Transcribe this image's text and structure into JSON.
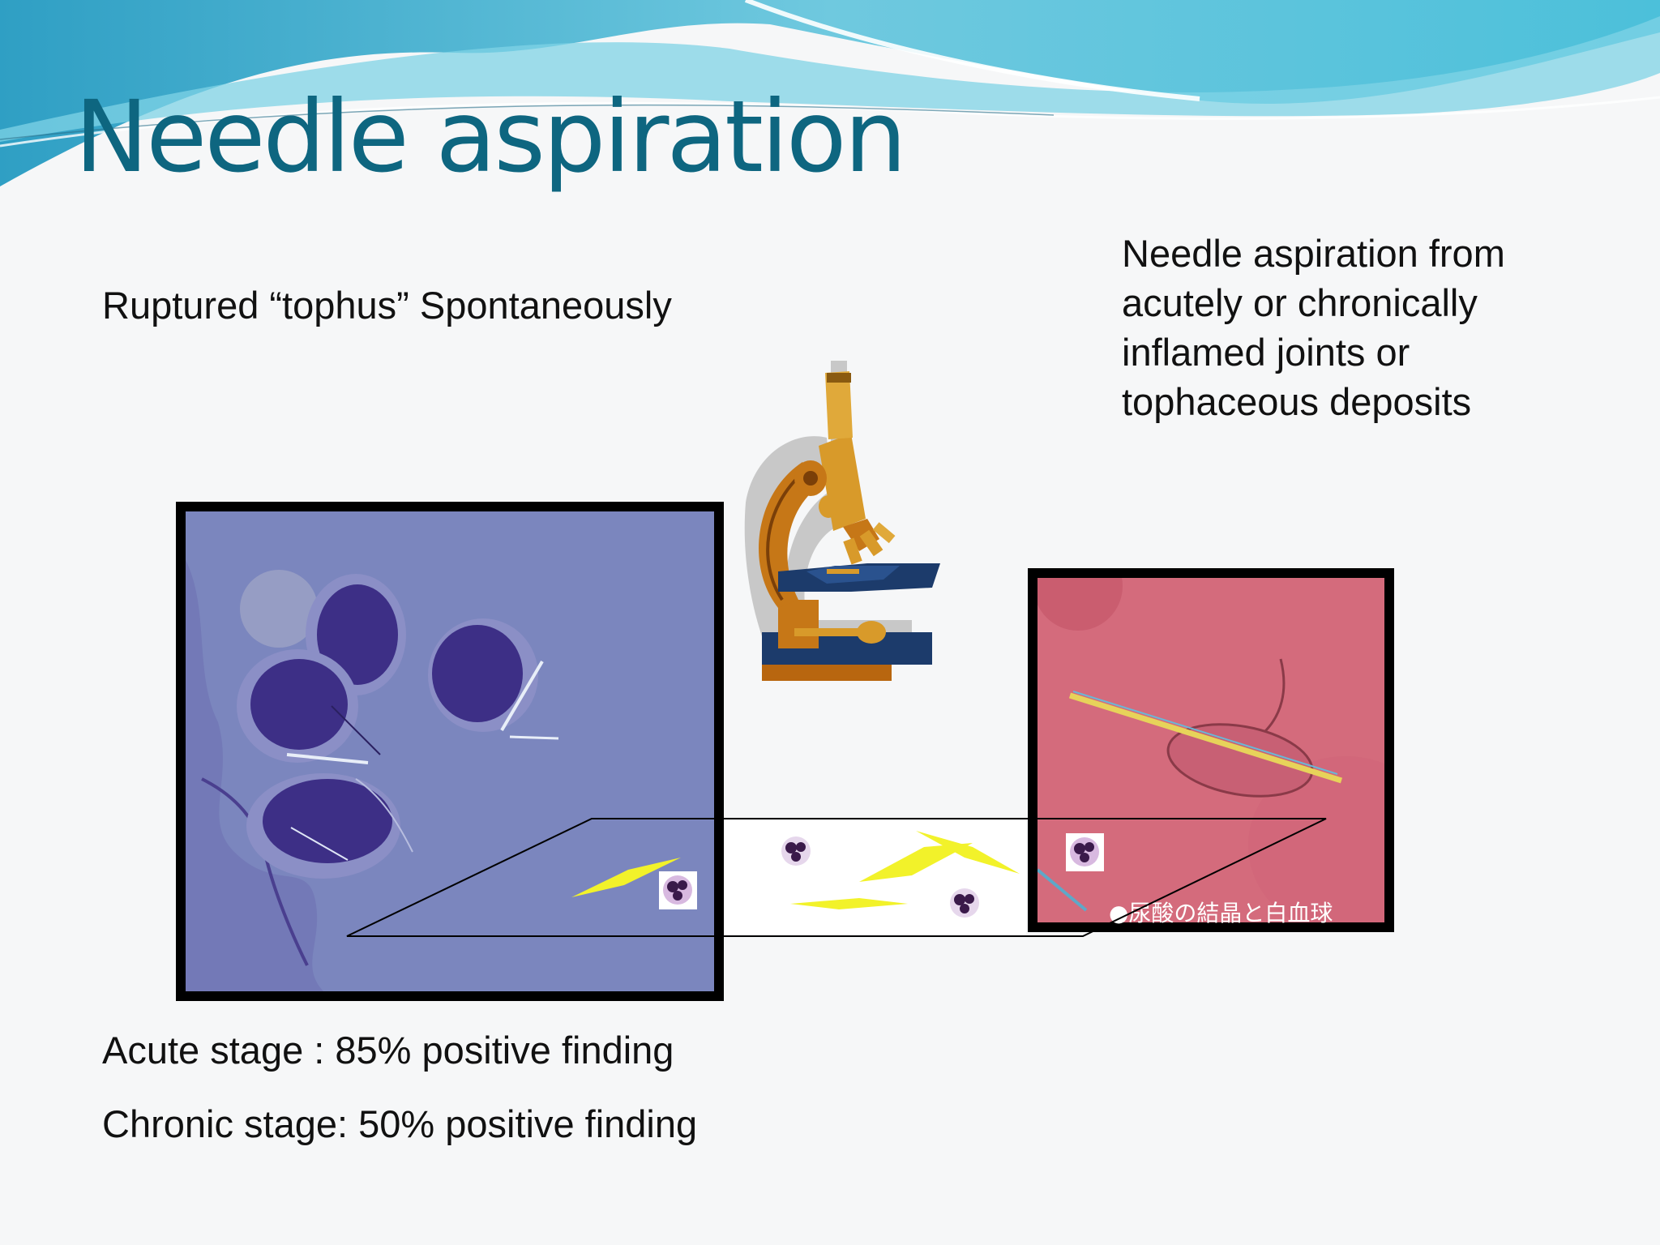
{
  "slide": {
    "title": "Needle aspiration",
    "ruptured_text": "Ruptured “tophus” Spontaneously",
    "needle_lines": [
      "Needle aspiration from",
      "acutely or chronically",
      "inflamed joints or",
      "tophaceous deposits"
    ],
    "acute_text": "Acute stage : 85% positive finding",
    "chronic_text": "Chronic stage: 50% positive finding",
    "pink_caption": "●尿酸の結晶と白血球"
  },
  "colors": {
    "title": "#0e6680",
    "wave_dark": "#3aa7c9",
    "wave_light": "#8fd6e8",
    "crystal": "#f2f22a",
    "cell_stain": "#3d2f86"
  },
  "icons": [
    "microscope-icon",
    "white-blood-cell-icon",
    "urate-crystal-icon"
  ]
}
